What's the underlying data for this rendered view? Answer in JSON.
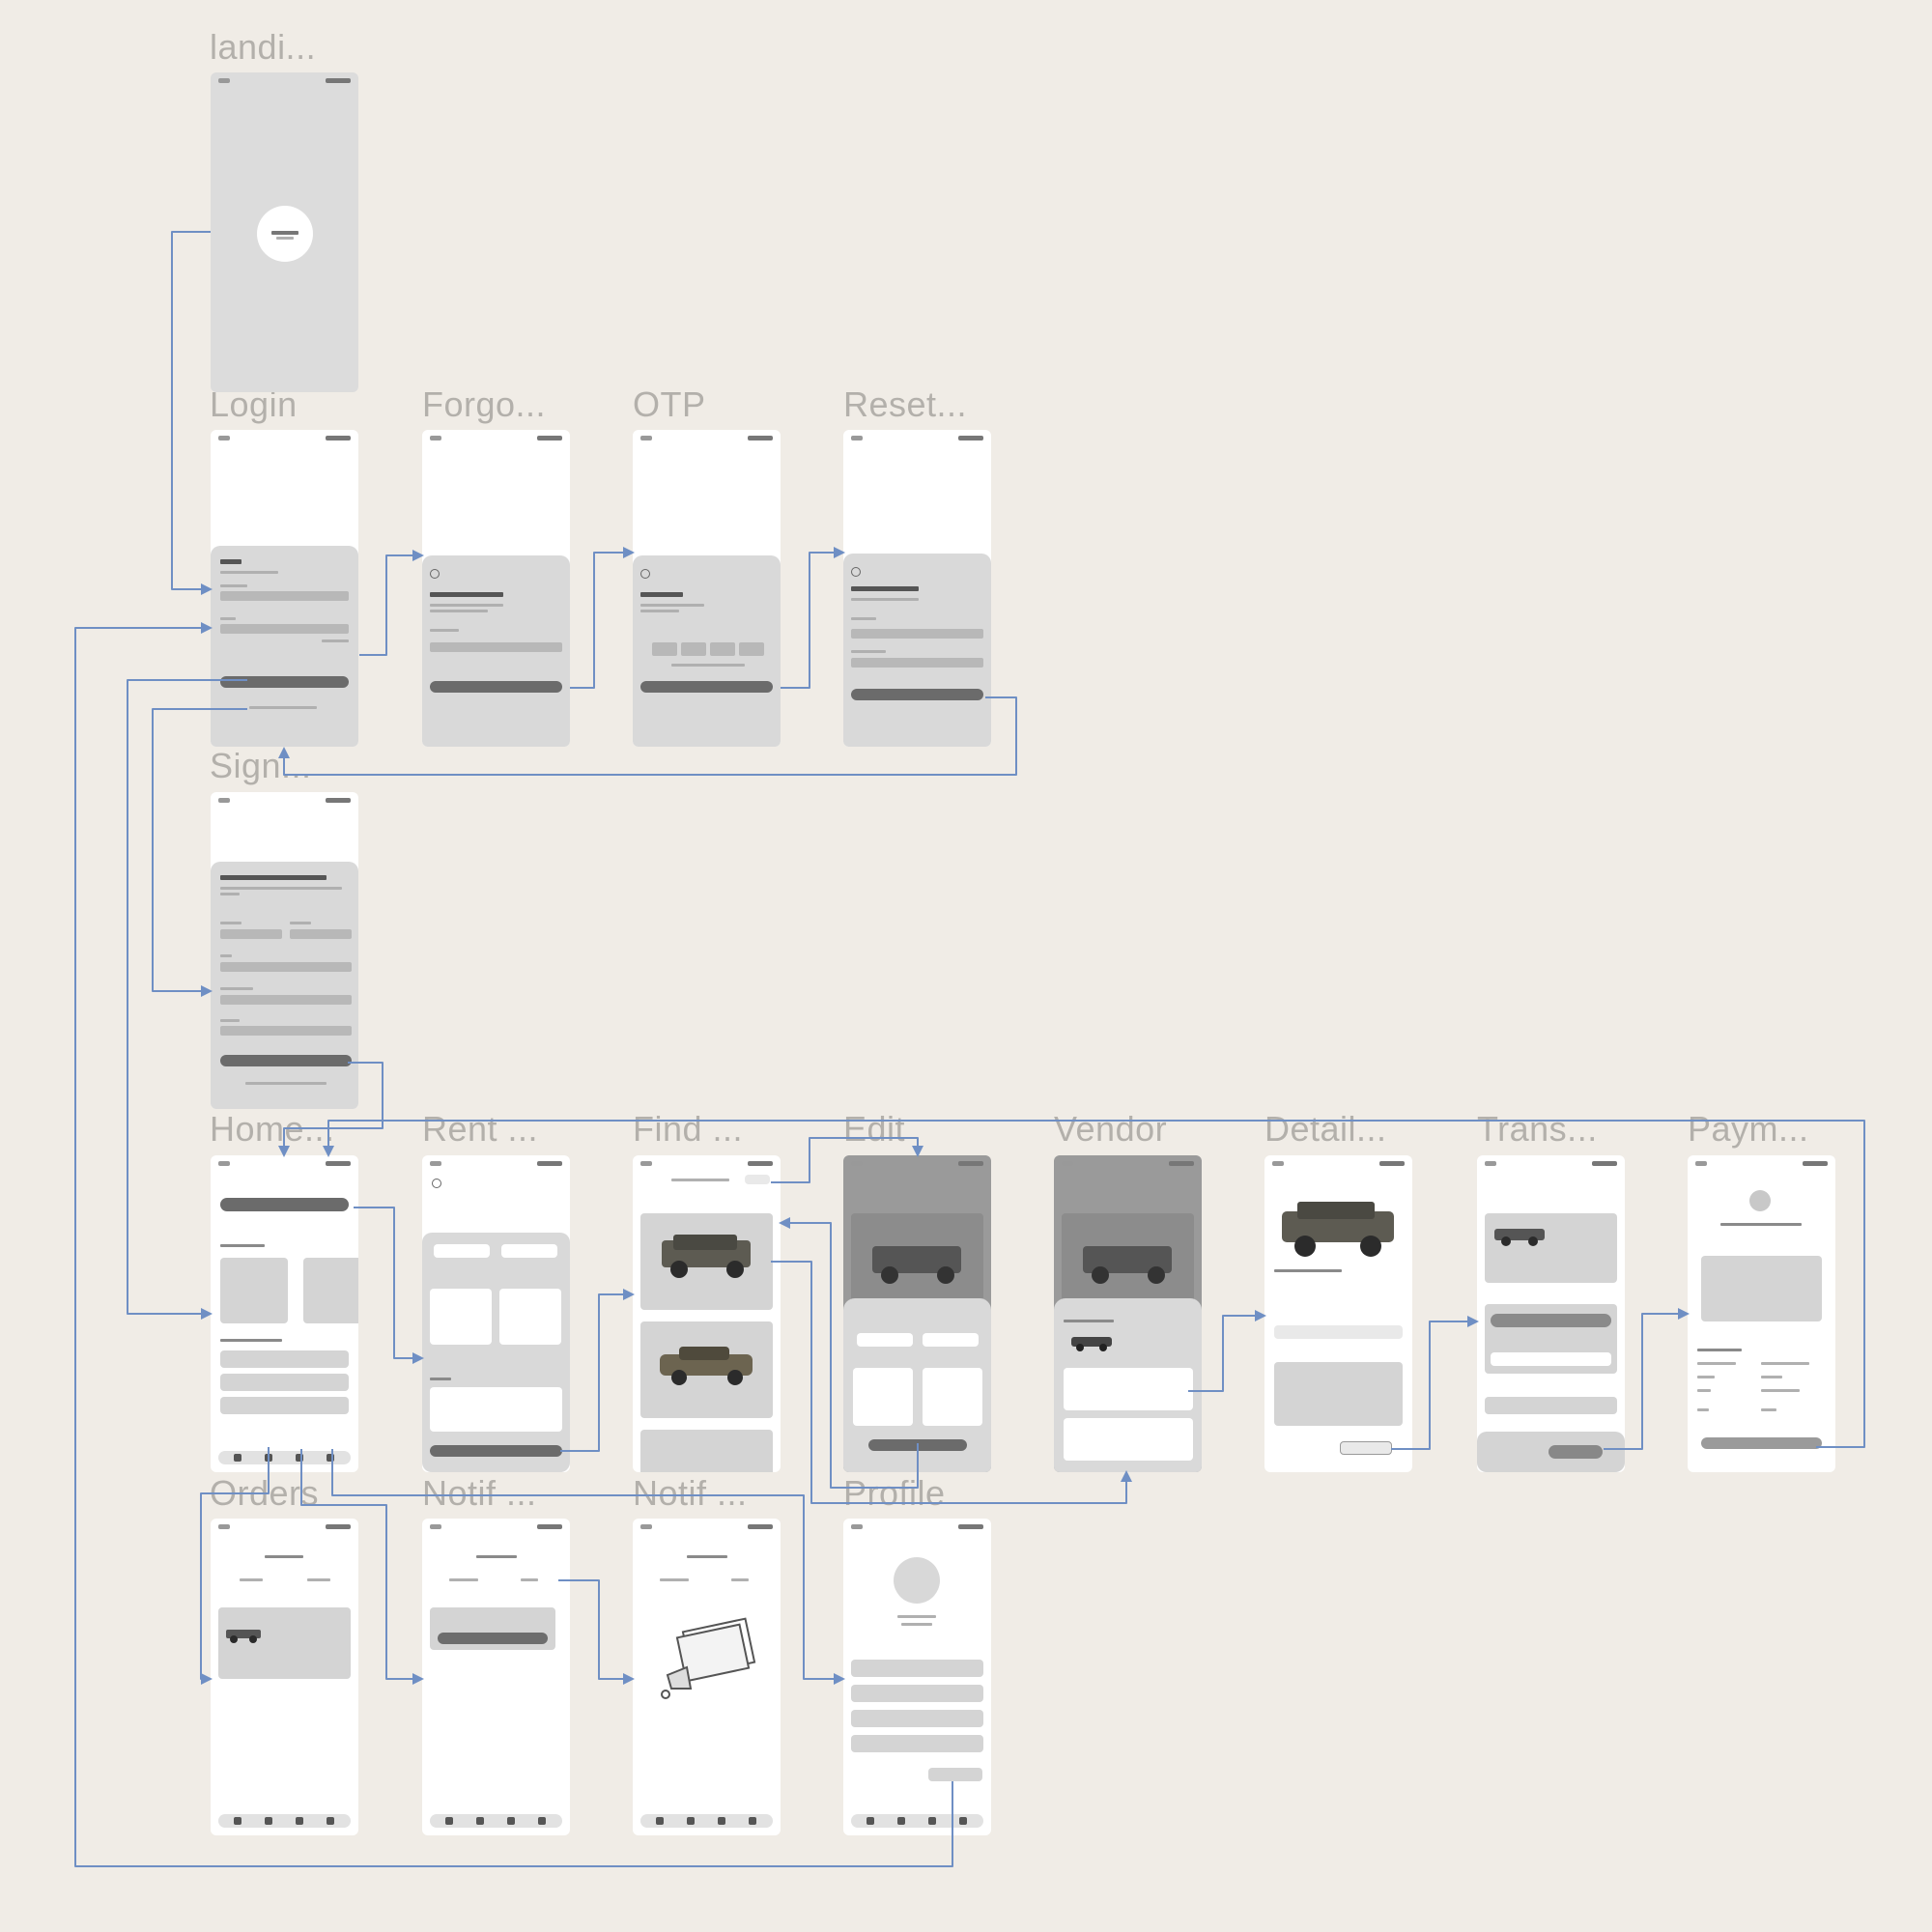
{
  "frames": {
    "landing": "landi...",
    "login": "Login",
    "forgot": "Forgo...",
    "otp": "OTP",
    "reset": "Reset...",
    "signup": "Sign...",
    "home": "Home...",
    "rent": "Rent ...",
    "find": "Find ...",
    "edit": "Edit",
    "vendor": "Vendor",
    "detail": "Detail...",
    "trans": "Trans...",
    "payment": "Paym...",
    "orders": "Orders",
    "notif1": "Notif ...",
    "notif2": "Notif ...",
    "profile": "Profile"
  },
  "colors": {
    "canvas": "#f0ece6",
    "frame_label": "#b3b0ab",
    "connector": "#6f8fc4",
    "wireframe_grey": "#dcdcdc"
  },
  "icons": [
    "logo-circle",
    "car-image",
    "avatar-icon",
    "check-circle-icon",
    "megaphone-illustration"
  ]
}
